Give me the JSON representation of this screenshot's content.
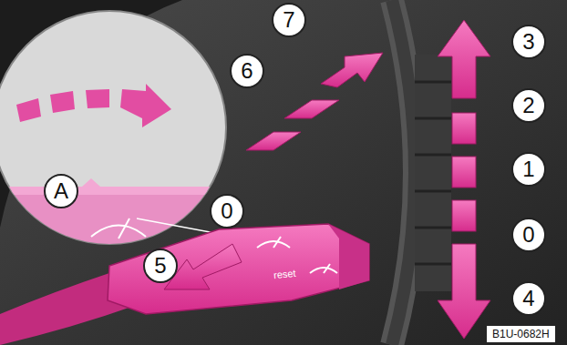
{
  "diagram": {
    "labels": [
      "7",
      "6",
      "0",
      "A",
      "3",
      "2",
      "1",
      "0",
      "4",
      "5",
      "reset",
      "B1U-0682H"
    ]
  }
}
